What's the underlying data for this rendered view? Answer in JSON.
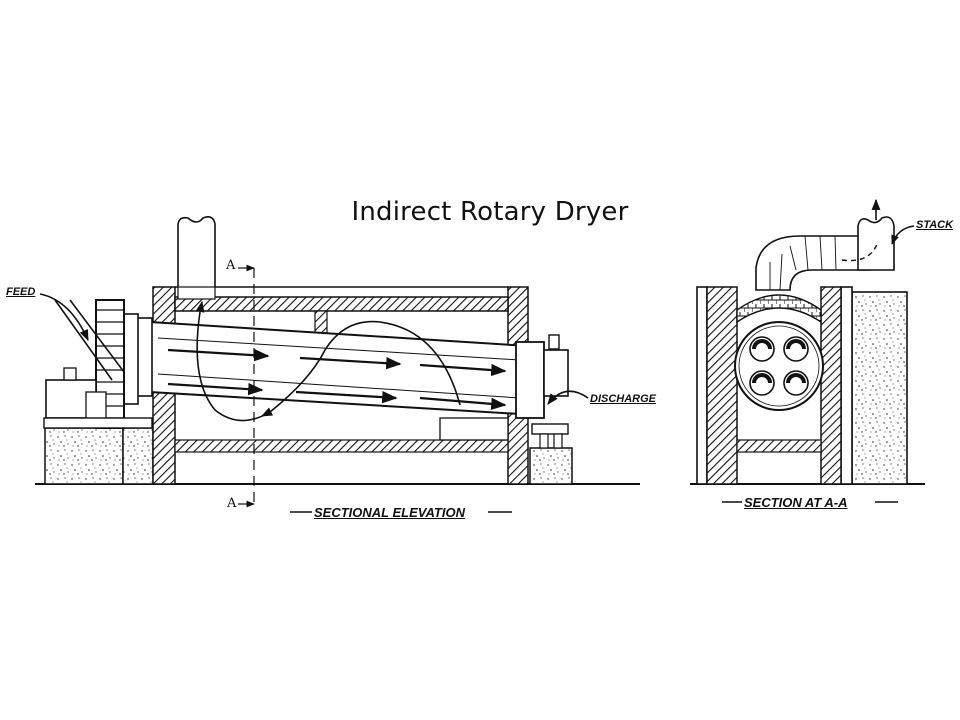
{
  "title": "Indirect Rotary Dryer",
  "labels": {
    "feed": "FEED",
    "discharge": "DISCHARGE",
    "stack": "STACK",
    "sectional_elevation": "SECTIONAL ELEVATION",
    "section_at_aa": "SECTION AT A-A",
    "section_marker_top": "A",
    "section_marker_bottom": "A"
  }
}
